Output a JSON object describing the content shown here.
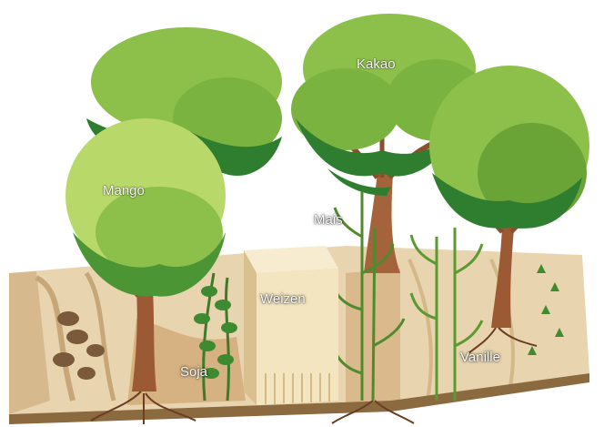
{
  "illustration": {
    "labels": {
      "kakao": "Kakao",
      "mango": "Mango",
      "mais": "Mais",
      "weizen": "Weizen",
      "soja": "Soja",
      "vanille": "Vanille"
    },
    "colors": {
      "sky": "#ffffff",
      "soil": "#e7d2ad",
      "soil_dark": "#b88a55",
      "canopy_light": "#9ac548",
      "canopy_mid": "#6aa436",
      "canopy_dark": "#2f7a2d",
      "trunk": "#9b5a33",
      "wheat": "#f4e6c1"
    }
  }
}
